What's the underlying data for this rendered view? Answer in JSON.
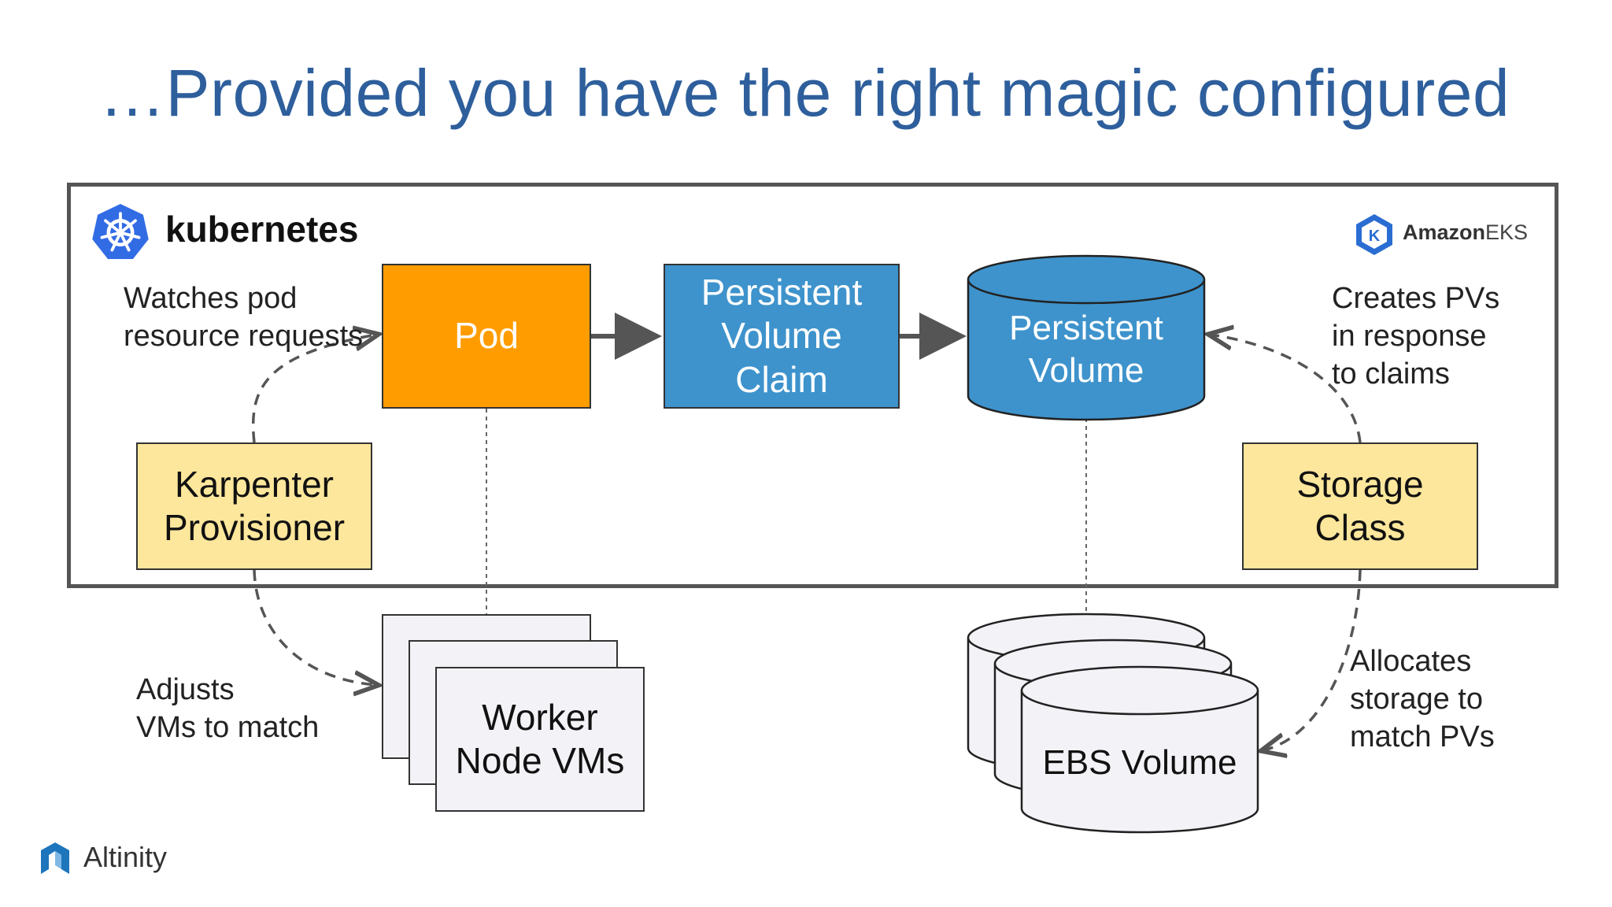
{
  "slide": {
    "title": "…Provided you have the right magic configured"
  },
  "branding": {
    "kubernetes_wordmark": "kubernetes",
    "eks_amazon": "Amazon",
    "eks_suffix": "EKS",
    "footer_brand": "Altinity"
  },
  "nodes": {
    "pod": "Pod",
    "pvc_lines": [
      "Persistent",
      "Volume",
      "Claim"
    ],
    "pv_lines": [
      "Persistent",
      "Volume"
    ],
    "karpenter_lines": [
      "Karpenter",
      "Provisioner"
    ],
    "storage_class_lines": [
      "Storage",
      "Class"
    ],
    "worker_lines": [
      "Worker",
      "Node VMs"
    ],
    "ebs": "EBS Volume"
  },
  "annotations": {
    "watches_lines": [
      "Watches pod",
      "resource requests"
    ],
    "creates_lines": [
      "Creates PVs",
      "in response",
      "to claims"
    ],
    "adjusts_lines": [
      "Adjusts",
      "VMs to match"
    ],
    "allocates_lines": [
      "Allocates",
      "storage to",
      "match PVs"
    ]
  },
  "colors": {
    "title": "#2e5f9c",
    "pod": "#ff9c00",
    "persistent": "#3e93cc",
    "provisioner": "#fde79c",
    "vm": "#f3f2f7",
    "kubernetes_blue": "#326ce5",
    "altinity_blue": "#1d75bc"
  }
}
